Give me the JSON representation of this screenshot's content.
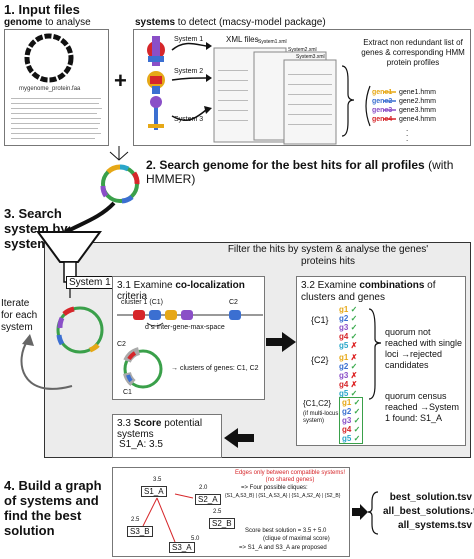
{
  "input": {
    "heading": "1. Input files",
    "genome_bold": "genome",
    "genome_rest": " to analyse",
    "systems_bold": "systems",
    "systems_rest": " to detect (macsy-model package)",
    "faa_label": "mygenome_protein.faa",
    "plus": "+",
    "xml_label": "XML files",
    "system_labels": [
      "System 1",
      "System 2",
      "System 3"
    ],
    "xml_file_names": [
      "System1.xml",
      "System2.xml",
      "System3.xml"
    ],
    "extract_text": "Extract non redundant list of genes & corresponding HMM protein profiles",
    "genes": [
      {
        "name": "gene1",
        "file": "gene1.hmm",
        "color": "#e6a817"
      },
      {
        "name": "gene2",
        "file": "gene2.hmm",
        "color": "#3b6fd1"
      },
      {
        "name": "gene3",
        "file": "gene3.hmm",
        "color": "#8a4fc7"
      },
      {
        "name": "gene4",
        "file": "gene4.hmm",
        "color": "#d6262a"
      }
    ],
    "dots": "."
  },
  "step2": {
    "label_bold": "2. Search genome for the best hits for all profiles",
    "label_rest": " (with HMMER)"
  },
  "step3": {
    "heading": "3. Search system by system",
    "iterate": "Iterate for each system",
    "filter_text": "Filter the hits by system & analyse the genes' proteins hits",
    "system1": "System 1",
    "examine_prefix": "3.1 Examine ",
    "examine_bold": "co-localization",
    "examine_suffix": " criteria",
    "cluster1": "cluster 1 (C1)",
    "c2": "C2",
    "d_text": "d ≤ inter-gene-max-space",
    "c2b": "C2",
    "c1b": "C1",
    "clusters_text": "→ clusters of genes: C1, C2",
    "comb_prefix": "3.2 Examine ",
    "comb_bold": "combinations",
    "comb_suffix": " of clusters and genes",
    "c1_set": "{C1}",
    "c2_set": "{C2}",
    "c1c2_set": "{C1,C2}",
    "multi_locus": "(if multi-locus system)",
    "quorum_not": "quorum not reached with single loci →rejected candidates",
    "quorum_census": "quorum census reached →System 1 found: S1_A",
    "gene_labels": [
      "g1",
      "g2",
      "g3",
      "g4",
      "g5"
    ],
    "gene_colors": [
      "#e6a817",
      "#3b6fd1",
      "#8a4fc7",
      "#d6262a",
      "#2aa6c9"
    ],
    "score_prefix": "3.3 ",
    "score_bold": "Score",
    "score_suffix": " potential systems",
    "score_value": "S1_A: 3.5"
  },
  "step4": {
    "heading": "4. Build a graph of systems and find the best solution",
    "edges_note": "Edges only between compatible systems! (no shared genes)",
    "cliques": "=> Four possible cliques:",
    "clique_list": "{S1_A,S3_B} | {S1_A,S3_A} | {S1_A,S2_A} | {S2_B}",
    "nodes": [
      "S1_A",
      "S2_A",
      "S2_B",
      "S3_B",
      "S3_A"
    ],
    "weights": [
      "3.5",
      "2.0",
      "2.5",
      "2.5",
      "5.0"
    ],
    "best_score": "Score best solution = 3.5 + 5.0",
    "max_clique": "(clique of maximal score)",
    "proposed": "=> S1_A and S3_A are proposed",
    "outputs": [
      "best_solution.tsv",
      "all_best_solutions.tsv",
      "all_systems.tsv"
    ]
  }
}
